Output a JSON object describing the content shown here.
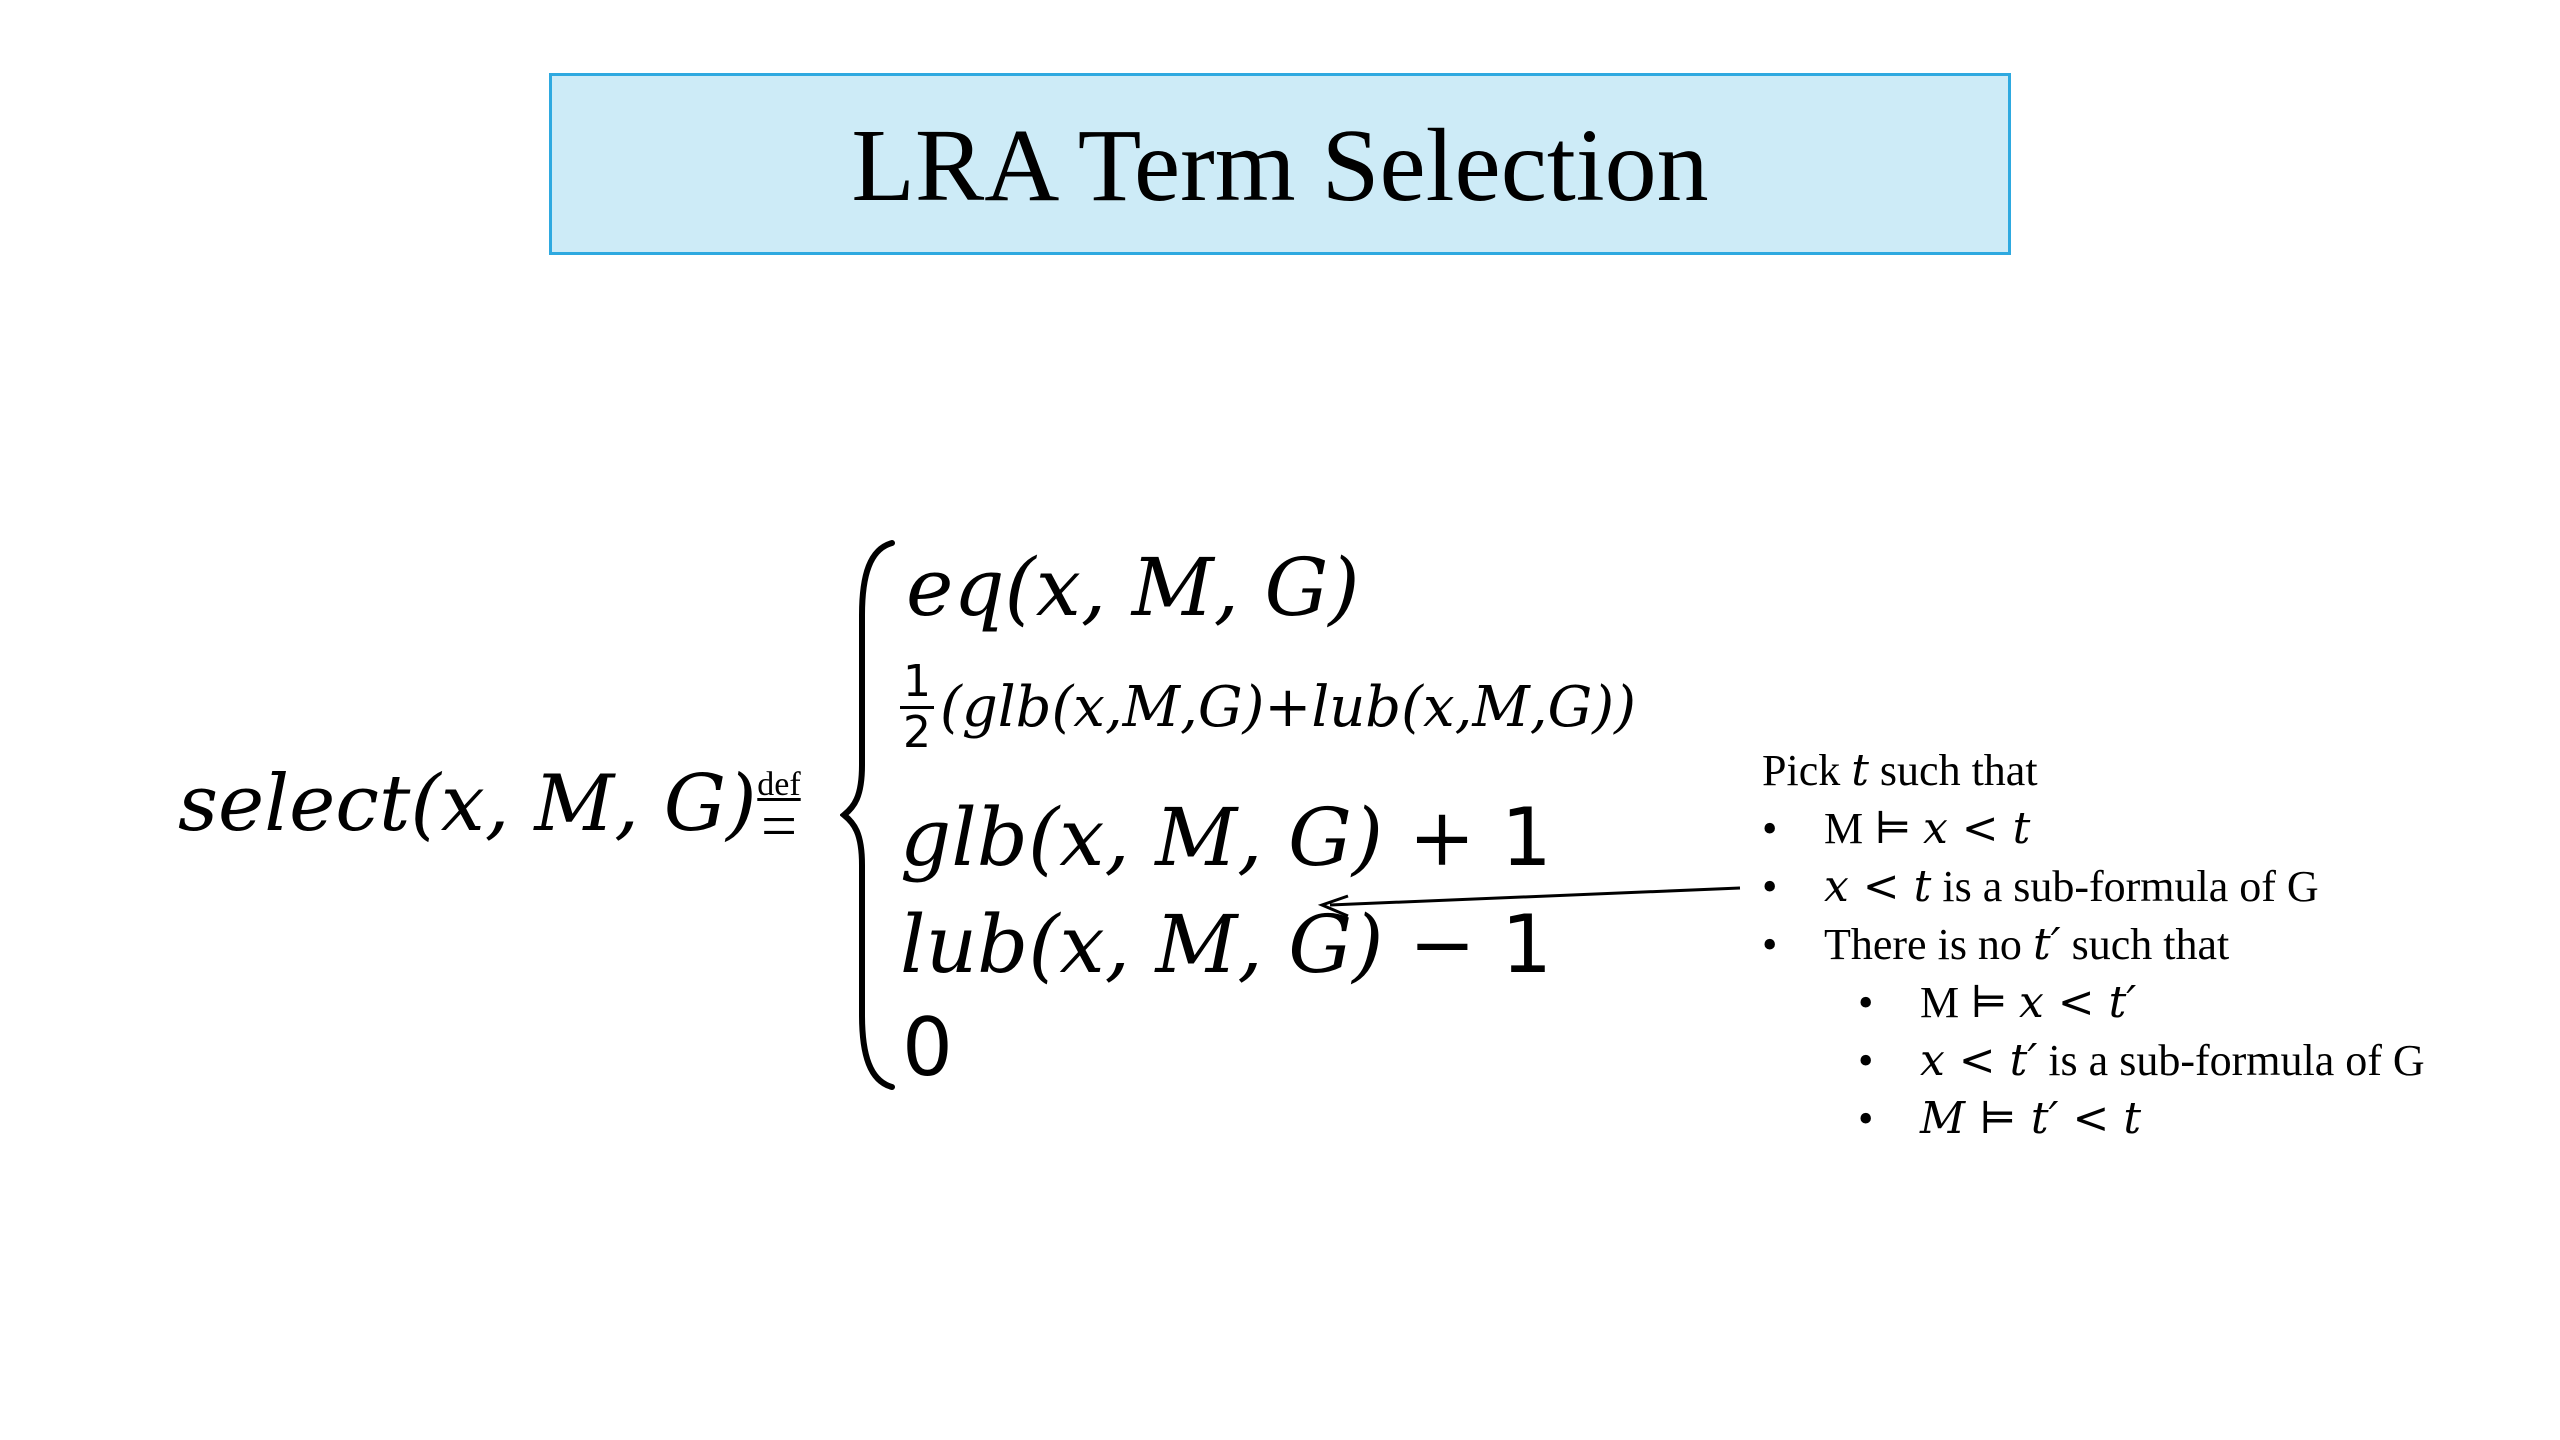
{
  "title": "LRA Term Selection",
  "definition": {
    "lhs": "select(x, M, G)",
    "def_label": "def",
    "def_symbol": "=",
    "cases": {
      "eq": "eq(x, M, G)",
      "half_num": "1",
      "half_den": "2",
      "half_expr": "(glb(x,M,G)+lub(x,M,G))",
      "glb_expr": "glb(x, M, G) + ",
      "glb_const": "1",
      "lub_expr": "lub(x, M, G) − ",
      "lub_const": "1",
      "zero": "0"
    }
  },
  "annotation": {
    "intro_pre": "Pick ",
    "intro_var": "t",
    "intro_post": " such that",
    "bullet_char": "•",
    "items": [
      {
        "pre": "M ⊨ ",
        "math": "x < t",
        "post": ""
      },
      {
        "pre": "",
        "math": "x < t",
        "post": " is a sub-formula of G"
      },
      {
        "pre": "There is no ",
        "math": "t′",
        "post": " such that"
      }
    ],
    "subitems": [
      {
        "pre": "M ⊨ ",
        "math": "x < t′",
        "post": ""
      },
      {
        "pre": "",
        "math": "x < t′",
        "post": " is a sub-formula of G"
      },
      {
        "pre": "",
        "math": "M ⊨ t′ < t",
        "post": ""
      }
    ]
  },
  "colors": {
    "title_fill": "#cdebf7",
    "title_border": "#2ea9e0"
  }
}
